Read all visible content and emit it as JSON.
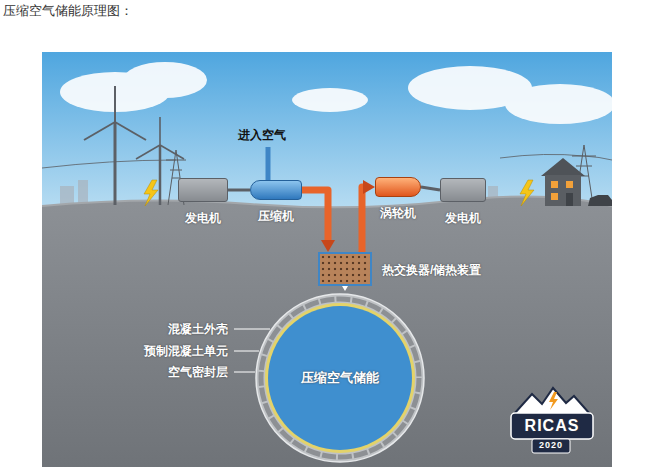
{
  "diagram": {
    "title": "压缩空气储能原理图：",
    "nodes": [
      {
        "text": [
          "发电机"
        ]
      },
      {
        "text": [
          "压缩机"
        ]
      },
      {
        "text": [
          "热交换器/储热装置"
        ]
      },
      {
        "text": [
          "压缩空气储能"
        ]
      },
      {
        "text": [
          "涡轮机"
        ]
      },
      {
        "text": [
          "发电机"
        ]
      }
    ],
    "edges": [
      {
        "from": 0,
        "to": 1,
        "arrow": "none"
      },
      {
        "from": 1,
        "to": 2,
        "arrow": "to"
      },
      {
        "from": 2,
        "to": 3,
        "arrow": "both"
      },
      {
        "from": 2,
        "to": 4,
        "arrow": "to"
      },
      {
        "from": 4,
        "to": 5,
        "arrow": "none"
      }
    ],
    "labels": [
      "进入空气",
      "混凝土外壳",
      "预制混凝土单元",
      "空气密封层",
      "RICAS",
      "2020"
    ]
  }
}
